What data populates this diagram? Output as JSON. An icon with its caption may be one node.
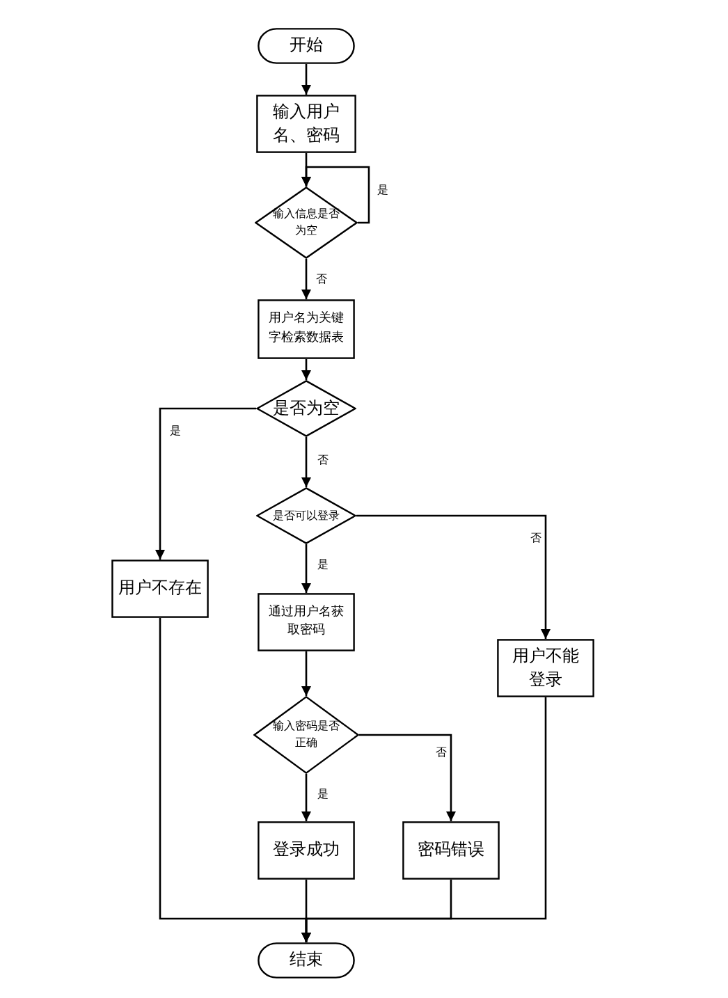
{
  "diagram": {
    "nodes": [
      {
        "text": [
          "开始"
        ]
      },
      {
        "text": [
          "输入用户名、密码"
        ]
      },
      {
        "text": [
          "输入信息是否为空"
        ]
      },
      {
        "text": [
          "用户名为关键字检索数据表"
        ]
      },
      {
        "text": [
          "是否为空"
        ]
      },
      {
        "text": [
          "是否可以登录"
        ]
      },
      {
        "text": [
          "用户不存在"
        ]
      },
      {
        "text": [
          "通过用户名获取密码"
        ]
      },
      {
        "text": [
          "用户不能登录"
        ]
      },
      {
        "text": [
          "输入密码是否正确"
        ]
      },
      {
        "text": [
          "登录成功"
        ]
      },
      {
        "text": [
          "密码错误"
        ]
      },
      {
        "text": [
          "结束"
        ]
      }
    ],
    "edges": [
      {
        "from": 0,
        "to": 1,
        "arrow": "to"
      },
      {
        "from": 1,
        "to": 2,
        "arrow": "to"
      },
      {
        "from": 2,
        "to": 2,
        "arrow": "to",
        "label": "是"
      },
      {
        "from": 2,
        "to": 3,
        "arrow": "to",
        "label": "否"
      },
      {
        "from": 3,
        "to": 4,
        "arrow": "to"
      },
      {
        "from": 4,
        "to": 6,
        "arrow": "to",
        "label": "是"
      },
      {
        "from": 4,
        "to": 5,
        "arrow": "to",
        "label": "否"
      },
      {
        "from": 5,
        "to": 7,
        "arrow": "to",
        "label": "是"
      },
      {
        "from": 5,
        "to": 8,
        "arrow": "to",
        "label": "否"
      },
      {
        "from": 7,
        "to": 9,
        "arrow": "to"
      },
      {
        "from": 9,
        "to": 10,
        "arrow": "to",
        "label": "是"
      },
      {
        "from": 9,
        "to": 11,
        "arrow": "to",
        "label": "否"
      },
      {
        "from": 6,
        "to": 12,
        "arrow": "to"
      },
      {
        "from": 10,
        "to": 12,
        "arrow": "to"
      },
      {
        "from": 11,
        "to": 12,
        "arrow": "to"
      },
      {
        "from": 8,
        "to": 12,
        "arrow": "to"
      }
    ]
  }
}
